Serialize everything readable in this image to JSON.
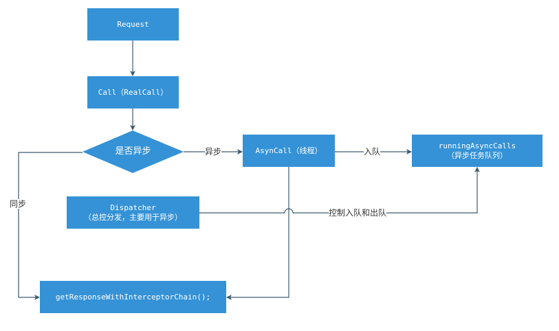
{
  "diagram": {
    "colors": {
      "node_fill": "#3592d6",
      "node_text": "#ffffff",
      "edge": "#3c5a6e",
      "label_text": "#333333"
    },
    "nodes": {
      "request": {
        "label": "Request"
      },
      "call": {
        "label": "Call（RealCall）"
      },
      "decision": {
        "label": "是否异步"
      },
      "asyncall": {
        "label": "AsynCall（线程）"
      },
      "running": {
        "line1": "runningAsyncCalls",
        "line2": "（异步任务队列）"
      },
      "dispatcher": {
        "line1": "Dispatcher",
        "line2": "（总控分发，主要用于异步）"
      },
      "getresponse": {
        "label": "getResponseWithInterceptorChain();"
      }
    },
    "edges": [
      {
        "from": "request",
        "to": "call",
        "label": ""
      },
      {
        "from": "call",
        "to": "decision",
        "label": ""
      },
      {
        "from": "decision",
        "to": "asyncall",
        "label": "异步"
      },
      {
        "from": "asyncall",
        "to": "running",
        "label": "入队"
      },
      {
        "from": "decision",
        "to": "getresponse",
        "label": "同步"
      },
      {
        "from": "asyncall",
        "to": "getresponse",
        "label": ""
      },
      {
        "from": "dispatcher",
        "to": "running",
        "label": "控制入队和出队"
      }
    ],
    "edge_labels": {
      "async": "异步",
      "enqueue": "入队",
      "sync": "同步",
      "control": "控制入队和出队"
    }
  }
}
